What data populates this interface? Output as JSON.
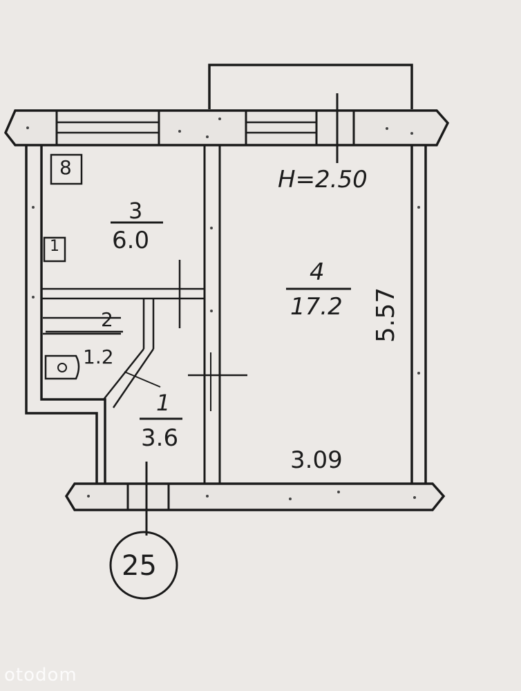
{
  "plan": {
    "ceiling_height": "H=2.50",
    "rooms": [
      {
        "number": "3",
        "area": "6.0"
      },
      {
        "number": "4",
        "area": "17.2"
      },
      {
        "number": "2",
        "area": "1.2"
      },
      {
        "number": "1",
        "area": "3.6"
      }
    ],
    "dimensions": {
      "length": "5.57",
      "width": "3.09"
    },
    "stove_mark": "8",
    "sink_mark": "1",
    "apartment_number": "25"
  },
  "watermark": "otodom"
}
